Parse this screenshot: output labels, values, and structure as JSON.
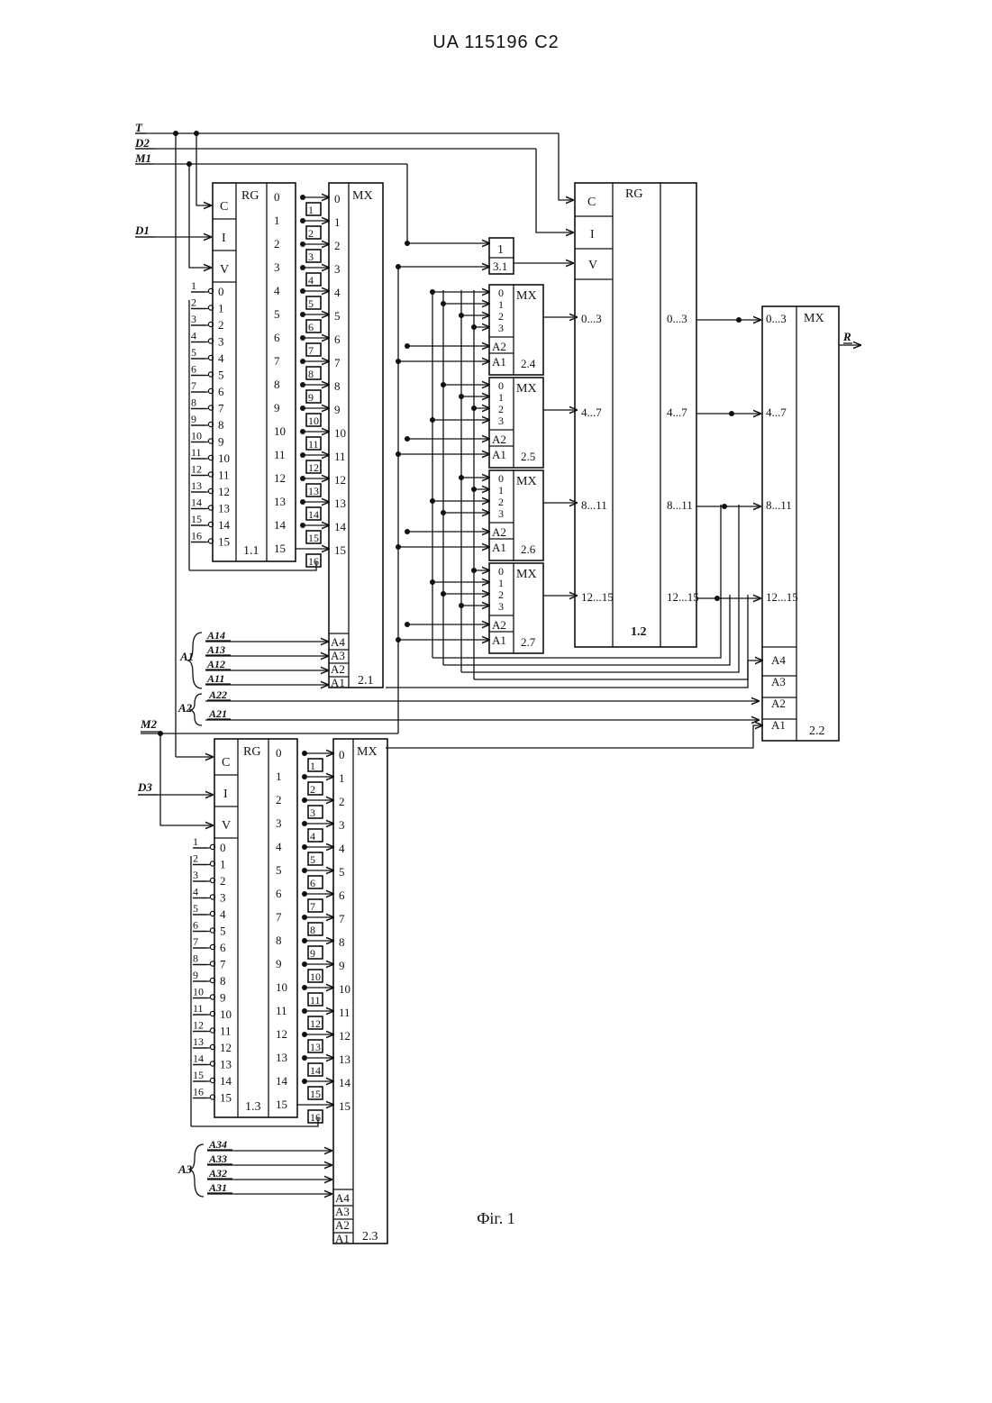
{
  "header": "UA  115196  C2",
  "caption": "Фіг. 1",
  "signals": {
    "T": "T",
    "D2": "D2",
    "M1": "M1",
    "D1": "D1",
    "D3": "D3",
    "M2": "M2",
    "R": "R",
    "A1_group": "A1",
    "A2_group": "A2",
    "A3_group": "A3",
    "A1_lines": [
      "A14",
      "A13",
      "A12",
      "A11"
    ],
    "A2_lines": [
      "A22",
      "A21"
    ],
    "A3_lines": [
      "A34",
      "A33",
      "A32",
      "A31"
    ]
  },
  "blocks": {
    "rg11": {
      "type": "RG",
      "id": "1.1"
    },
    "mx21": {
      "type": "MX",
      "id": "2.1"
    },
    "rg12": {
      "type": "RG",
      "id": "1.2"
    },
    "mx22": {
      "type": "MX",
      "id": "2.2"
    },
    "rg13": {
      "type": "RG",
      "id": "1.3"
    },
    "mx23": {
      "type": "MX",
      "id": "2.3"
    },
    "or31": {
      "type": "1",
      "id": "3.1"
    },
    "mx24": {
      "type": "MX",
      "id": "2.4"
    },
    "mx25": {
      "type": "MX",
      "id": "2.5"
    },
    "mx26": {
      "type": "MX",
      "id": "2.6"
    },
    "mx27": {
      "type": "MX",
      "id": "2.7"
    }
  },
  "pins": {
    "C": "C",
    "I": "I",
    "V": "V",
    "addr4": [
      "A4",
      "A3",
      "A2",
      "A1"
    ],
    "addr2": [
      "A2",
      "A1"
    ],
    "groups": [
      "0...3",
      "4...7",
      "8...11",
      "12...15"
    ],
    "mx4in": [
      "0",
      "1",
      "2",
      "3"
    ]
  }
}
